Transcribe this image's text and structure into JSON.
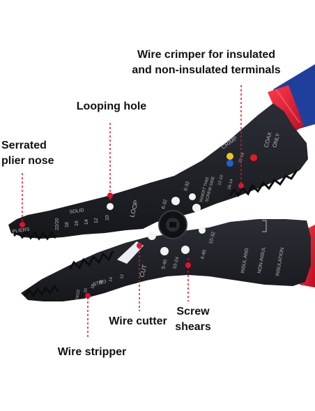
{
  "labels": {
    "crimper": [
      "Wire crimper for insulated",
      "and non-insulated terminals"
    ],
    "looping": "Looping hole",
    "nose": [
      "Serrated",
      "plier nose"
    ],
    "cutter": "Wire cutter",
    "screw": [
      "Screw",
      "shears"
    ],
    "stripper": "Wire stripper"
  },
  "tool_text": {
    "pliers": "PLIERS",
    "solid": "SOLID",
    "stro": "STRO",
    "loop": "LOOP",
    "cut": "CUT",
    "crimp": "CRIMP",
    "coax": "COAX",
    "only": "ONLY",
    "insul": "INSUL AND",
    "non_insul": "NON-INSUL",
    "insulation": "INSULATION",
    "insert_screw": "INSERT THIS",
    "insert_screw_2": "SCREW SIDE",
    "top_gauges": [
      "22/20",
      "18",
      "16",
      "14",
      "12",
      "10"
    ],
    "bottom_gauges": [
      "24/22",
      "20",
      "18",
      "16",
      "14",
      "12"
    ],
    "screw_sizes": [
      "6-32",
      "8-32",
      "5-40",
      "10-24",
      "4-40",
      "10-32"
    ],
    "crimp_gauges": [
      "22-18",
      "16-14",
      "12-10"
    ]
  },
  "colors": {
    "steel": "#1d1f24",
    "accent": "#e4112d",
    "handle_blue": "#1f3f9c",
    "dot_red": "#e21b23",
    "dot_blue": "#1e5ed8",
    "dot_yellow": "#f2c418"
  }
}
